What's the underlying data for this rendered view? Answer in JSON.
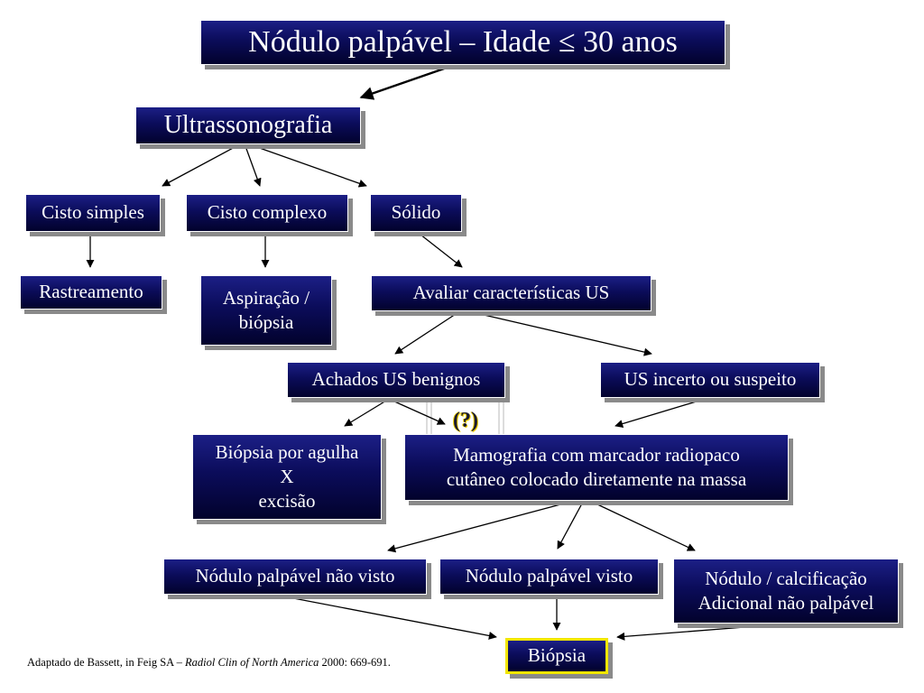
{
  "nodes": {
    "title": "Nódulo palpável – Idade ≤ 30 anos",
    "ultrassonografia": "Ultrassonografia",
    "cisto_simples": "Cisto simples",
    "cisto_complexo": "Cisto complexo",
    "solido": "Sólido",
    "rastreamento": "Rastreamento",
    "aspiracao": "Aspiração /\nbiópsia",
    "avaliar": "Avaliar características US",
    "achados_benignos": "Achados US benignos",
    "us_incerto": "US incerto ou suspeito",
    "question": "(?)",
    "biopsia_agulha": "Biópsia por agulha\nX\nexcisão",
    "mamografia": "Mamografia com marcador radiopaco\ncutâneo colocado diretamente na massa",
    "nao_visto": "Nódulo palpável não visto",
    "visto": "Nódulo palpável visto",
    "calcificacao": "Nódulo / calcificação\nAdicional não palpável",
    "biopsia": "Biópsia"
  },
  "citation": {
    "prefix": "Adaptado de Bassett, in Feig SA – ",
    "journal": "Radiol Clin of North America",
    "suffix": " 2000: 669-691."
  },
  "colors": {
    "node_fill_top": "#1c1f86",
    "node_fill_bottom": "#02022c",
    "node_text": "#ffffff",
    "highlight_border": "#f2e600",
    "arrow": "#000000"
  }
}
